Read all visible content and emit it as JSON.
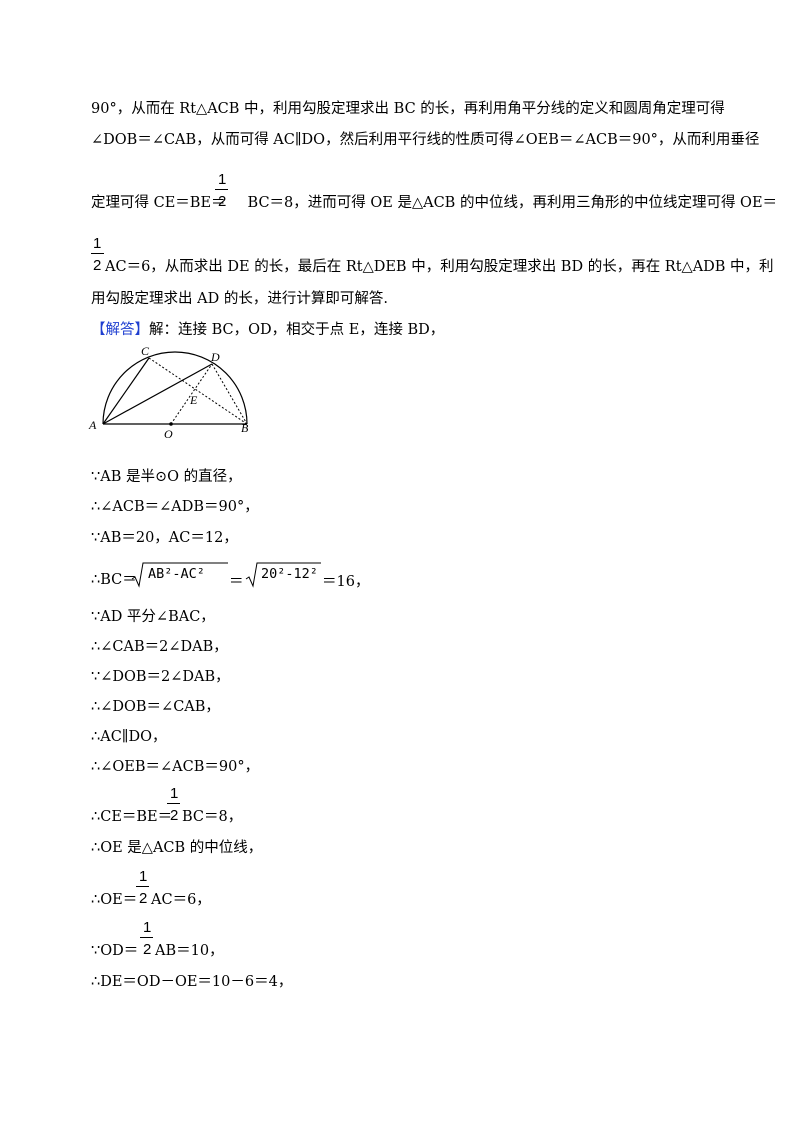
{
  "para": {
    "l1": "90°，从而在 Rt△ACB 中，利用勾股定理求出 BC 的长，再利用角平分线的定义和圆周角定理可得",
    "l2": "∠DOB＝∠CAB，从而可得 AC∥DO，然后利用平行线的性质可得∠OEB＝∠ACB＝90°，从而利用垂径",
    "l3_a": "定理可得 CE＝BE＝",
    "l3_b": "BC＝8，进而可得 OE 是△ACB 的中位线，再利用三角形的中位线定理可得 OE＝",
    "l4_b": "AC＝6，从而求出 DE 的长，最后在 Rt△DEB 中，利用勾股定理求出 BD 的长，再在 Rt△ADB 中，利",
    "l5": "用勾股定理求出 AD 的长，进行计算即可解答."
  },
  "answer": {
    "tag": "【解答】",
    "text": "解：连接 BC，OD，相交于点 E，连接 BD，"
  },
  "figure": {
    "labels": {
      "A": "A",
      "B": "B",
      "C": "C",
      "D": "D",
      "E": "E",
      "O": "O"
    }
  },
  "frac": {
    "num": "1",
    "den": "2"
  },
  "steps": {
    "s1": "∵AB 是半⊙O 的直径，",
    "s2": "∴∠ACB＝∠ADB＝90°，",
    "s3": "∵AB＝20，AC＝12，",
    "s4_a": "∴BC＝",
    "s4_r1": "AB²-AC²",
    "s4_eq": "＝",
    "s4_r2": "20²-12²",
    "s4_b": "＝16，",
    "s5": "∵AD 平分∠BAC，",
    "s6": "∴∠CAB＝2∠DAB，",
    "s7": "∵∠DOB＝2∠DAB，",
    "s8": "∴∠DOB＝∠CAB，",
    "s9": "∴AC∥DO，",
    "s10": "∴∠OEB＝∠ACB＝90°，",
    "s11_a": "∴CE＝BE＝",
    "s11_b": "BC＝8，",
    "s12": "∴OE 是△ACB 的中位线，",
    "s13_a": "∴OE＝",
    "s13_b": "AC＝6，",
    "s14_a": "∵OD＝",
    "s14_b": "AB＝10，",
    "s15": "∴DE＝OD－OE＝10－6＝4，"
  }
}
